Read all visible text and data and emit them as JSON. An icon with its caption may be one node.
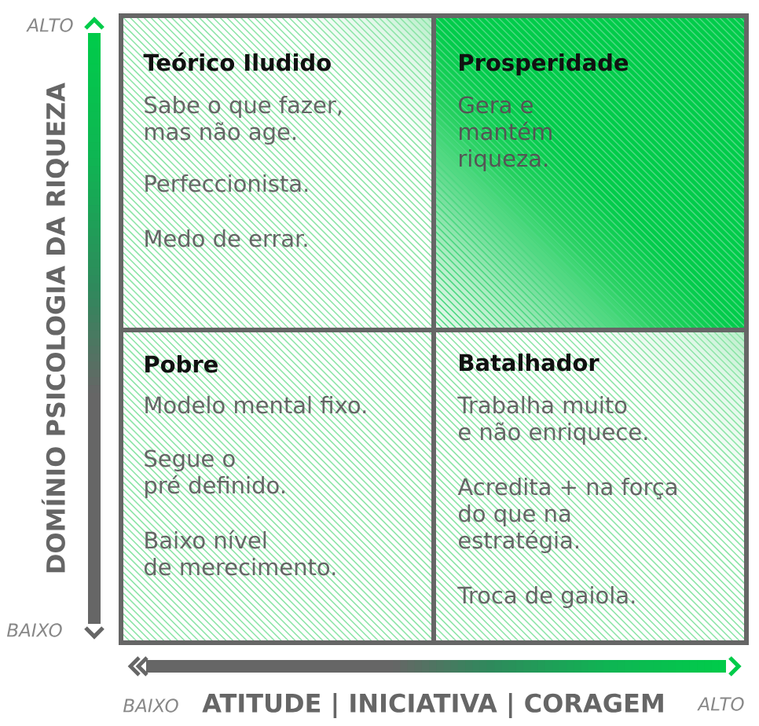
{
  "diagram": {
    "nodes": [
      {
        "text": [
          "Teórico Iludido",
          "Sabe o que fazer, mas não age.",
          "Perfeccionista.",
          "Medo de errar."
        ]
      },
      {
        "text": [
          "Prosperidade",
          "Gera e mantém riqueza."
        ]
      },
      {
        "text": [
          "Pobre",
          "Modelo mental fixo.",
          "Segue o pré definido.",
          "Baixo nível de merecimento."
        ]
      },
      {
        "text": [
          "Batalhador",
          "Trabalha muito e não enriquece.",
          "Acredita + na força do que na estratégia.",
          "Troca de gaiola."
        ]
      }
    ],
    "labels": [
      "ALTO",
      "DOMÍNIO PSICOLOGIA DA RIQUEZA",
      "BAIXO",
      "BAIXO",
      "ATITUDE | INICIATIVA | CORAGEM",
      "ALTO"
    ]
  }
}
